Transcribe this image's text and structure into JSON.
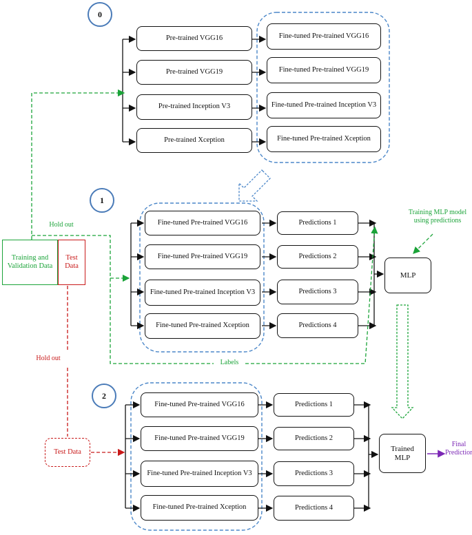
{
  "stages": [
    {
      "number": "0",
      "models": [
        "Pre-trained VGG16",
        "Pre-trained VGG19",
        "Pre-trained Inception V3",
        "Pre-trained Xception"
      ],
      "finetuned": [
        "Fine-tuned Pre-trained VGG16",
        "Fine-tuned Pre-trained VGG19",
        "Fine-tuned Pre-trained Inception V3",
        "Fine-tuned Pre-trained Xception"
      ]
    },
    {
      "number": "1",
      "models": [
        "Fine-tuned Pre-trained VGG16",
        "Fine-tuned Pre-trained VGG19",
        "Fine-tuned Pre-trained Inception V3",
        "Fine-tuned Pre-trained Xception"
      ],
      "predictions": [
        "Predictions 1",
        "Predictions 2",
        "Predictions 3",
        "Predictions 4"
      ],
      "output": "MLP"
    },
    {
      "number": "2",
      "models": [
        "Fine-tuned Pre-trained VGG16",
        "Fine-tuned Pre-trained VGG19",
        "Fine-tuned Pre-trained Inception V3",
        "Fine-tuned Pre-trained Xception"
      ],
      "predictions": [
        "Predictions 1",
        "Predictions 2",
        "Predictions 3",
        "Predictions 4"
      ],
      "output": "Trained\nMLP"
    }
  ],
  "data_boxes": {
    "train_val": "Training and\nValidation Data",
    "test": "Test\nData",
    "test_data": "Test Data"
  },
  "labels": {
    "hold_out_green": "Hold out",
    "hold_out_red": "Hold out",
    "labels": "Labels",
    "training_mlp": "Training MLP model\nusing predictions",
    "final_prediction": "Final\nPrediction"
  },
  "colors": {
    "green": "#1aa338",
    "red": "#c81919",
    "blue": "#4a86c8",
    "purple": "#7b26b5",
    "black": "#111111"
  }
}
